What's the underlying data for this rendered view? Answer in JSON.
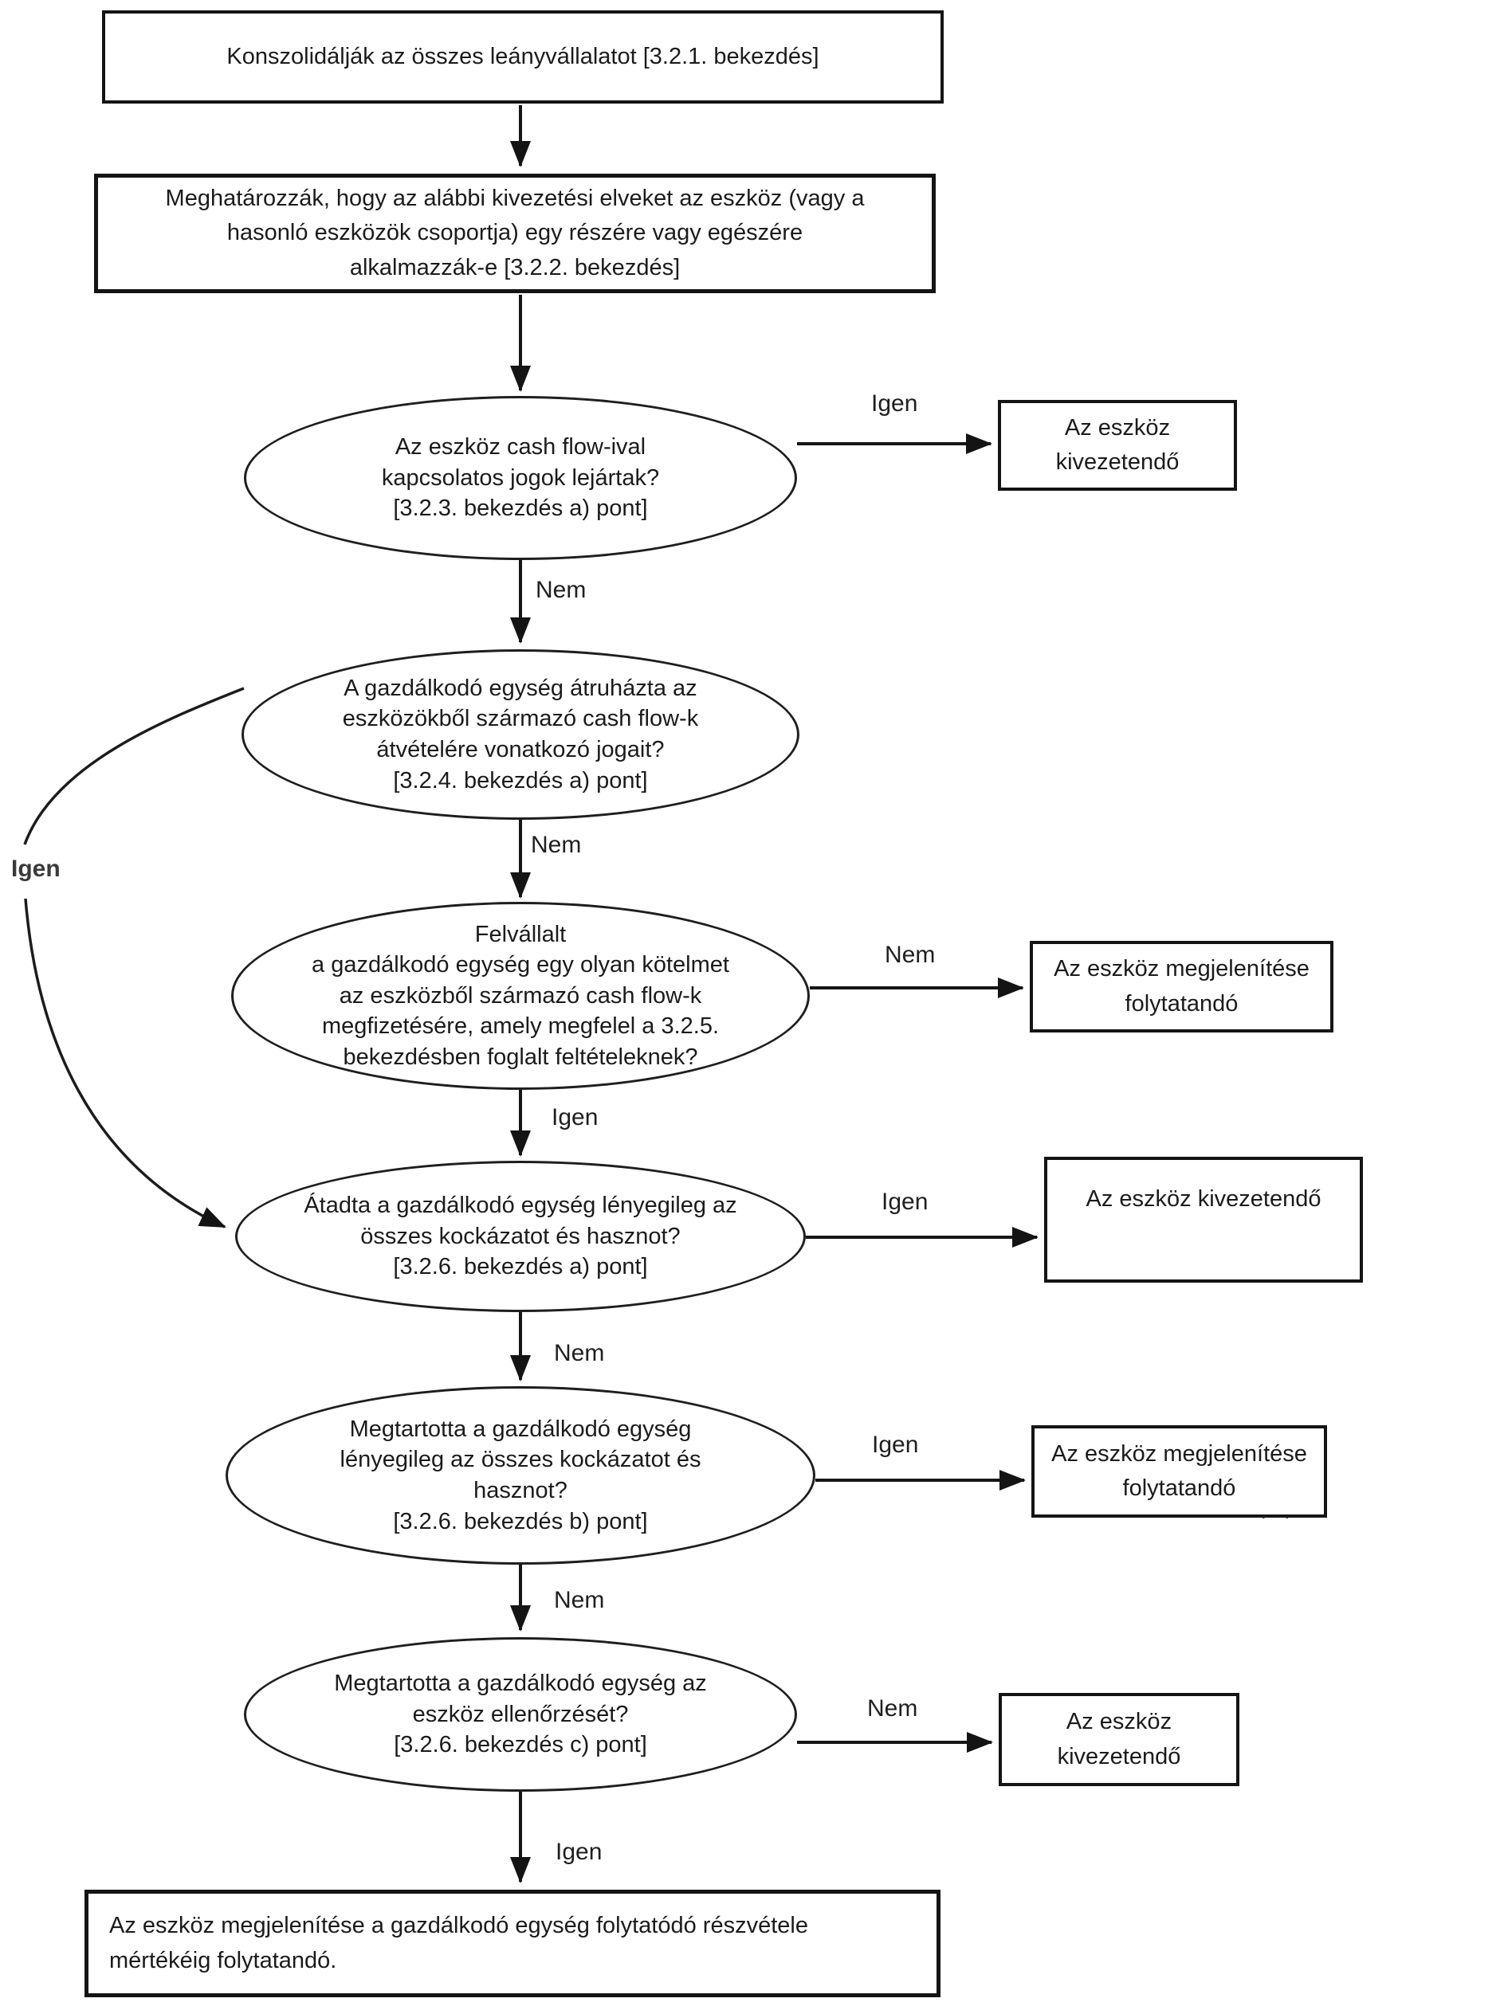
{
  "page": {
    "background_color": "#ffffff",
    "ink_color": "#1b1b1b"
  },
  "flowchart": {
    "process_boxes": {
      "consolidate": {
        "lines": [
          "Konszolidálják az összes leányvállalatot [3.2.1. bekezdés]"
        ]
      },
      "determine_scope": {
        "lines": [
          "Meghatározzák, hogy az alábbi kivezetési elveket az eszköz (vagy a",
          "hasonló eszközök csoportja) egy részére vagy egészére",
          "alkalmazzák-e [3.2.2. bekezdés]"
        ]
      }
    },
    "decisions": {
      "rights_expired": {
        "lines": [
          "Az eszköz cash flow-ival",
          "kapcsolatos jogok lejártak?",
          "[3.2.3. bekezdés a) pont]"
        ]
      },
      "transferred_rights": {
        "lines": [
          "A gazdálkodó egység átruházta az",
          "eszközökből származó cash flow-k",
          "átvételére vonatkozó jogait?",
          "[3.2.4. bekezdés a) pont]"
        ]
      },
      "assumed_obligation": {
        "lines": [
          "Felvállalt",
          "a gazdálkodó egység egy olyan kötelmet",
          "az eszközből származó cash flow-k",
          "megfizetésére, amely megfelel a 3.2.5.",
          "bekezdésben foglalt feltételeknek?"
        ]
      },
      "transferred_risks_rewards": {
        "lines": [
          "Átadta a gazdálkodó egység lényegileg az",
          "összes kockázatot és hasznot?",
          "[3.2.6. bekezdés a) pont]"
        ]
      },
      "retained_risks_rewards": {
        "lines": [
          "Megtartotta a gazdálkodó egység",
          "lényegileg az összes kockázatot és",
          "hasznot?",
          "[3.2.6. bekezdés b) pont]"
        ]
      },
      "retained_control": {
        "lines": [
          "Megtartotta a gazdálkodó egység az",
          "eszköz ellenőrzését?",
          "[3.2.6. bekezdés c) pont]"
        ]
      }
    },
    "outcomes": {
      "derecognise_1": {
        "text": "Az eszköz kivezetendő"
      },
      "continue_recognition_1": {
        "lines": [
          "Az eszköz megjelenítése",
          "folytatandó"
        ]
      },
      "derecognise_2": {
        "text": "Az eszköz kivezetendő"
      },
      "continue_recognition_2": {
        "lines": [
          "Az eszköz megjelenítése",
          "folytatandó"
        ]
      },
      "derecognise_3": {
        "text": "Az eszköz kivezetendő"
      },
      "continuing_involvement": {
        "lines": [
          "Az eszköz megjelenítése a gazdálkodó egység folytatódó részvétele",
          "mértékéig folytatandó."
        ]
      }
    },
    "edge_labels": {
      "rights_expired_yes": "Igen",
      "rights_expired_no": "Nem",
      "transferred_rights_yes": "Igen",
      "transferred_rights_no": "Nem",
      "assumed_obligation_yes": "Igen",
      "assumed_obligation_no": "Nem",
      "transferred_risks_yes": "Igen",
      "transferred_risks_no": "Nem",
      "retained_risks_yes": "Igen",
      "retained_risks_no": "Nem",
      "retained_control_yes": "Igen",
      "retained_control_no": "Nem"
    },
    "artifacts": {
      "stray_marks": ". ."
    }
  }
}
